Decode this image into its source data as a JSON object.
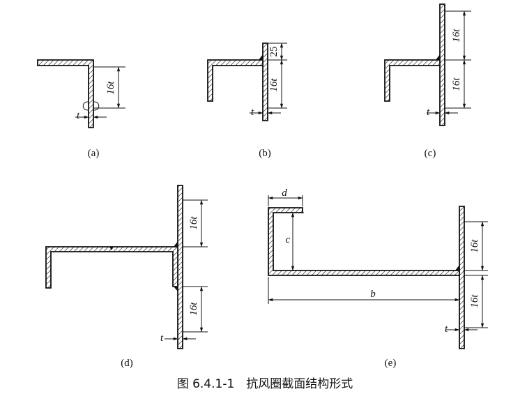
{
  "labels": {
    "a": "(a)",
    "b": "(b)",
    "c": "(c)",
    "d": "(d)",
    "e": "(e)"
  },
  "dims": {
    "sixteen_t": "16t",
    "twenty_five": "25",
    "t": "t",
    "b": "b",
    "c": "c",
    "d": "d"
  },
  "caption": "图 6.4.1-1　抗风圈截面结构形式"
}
